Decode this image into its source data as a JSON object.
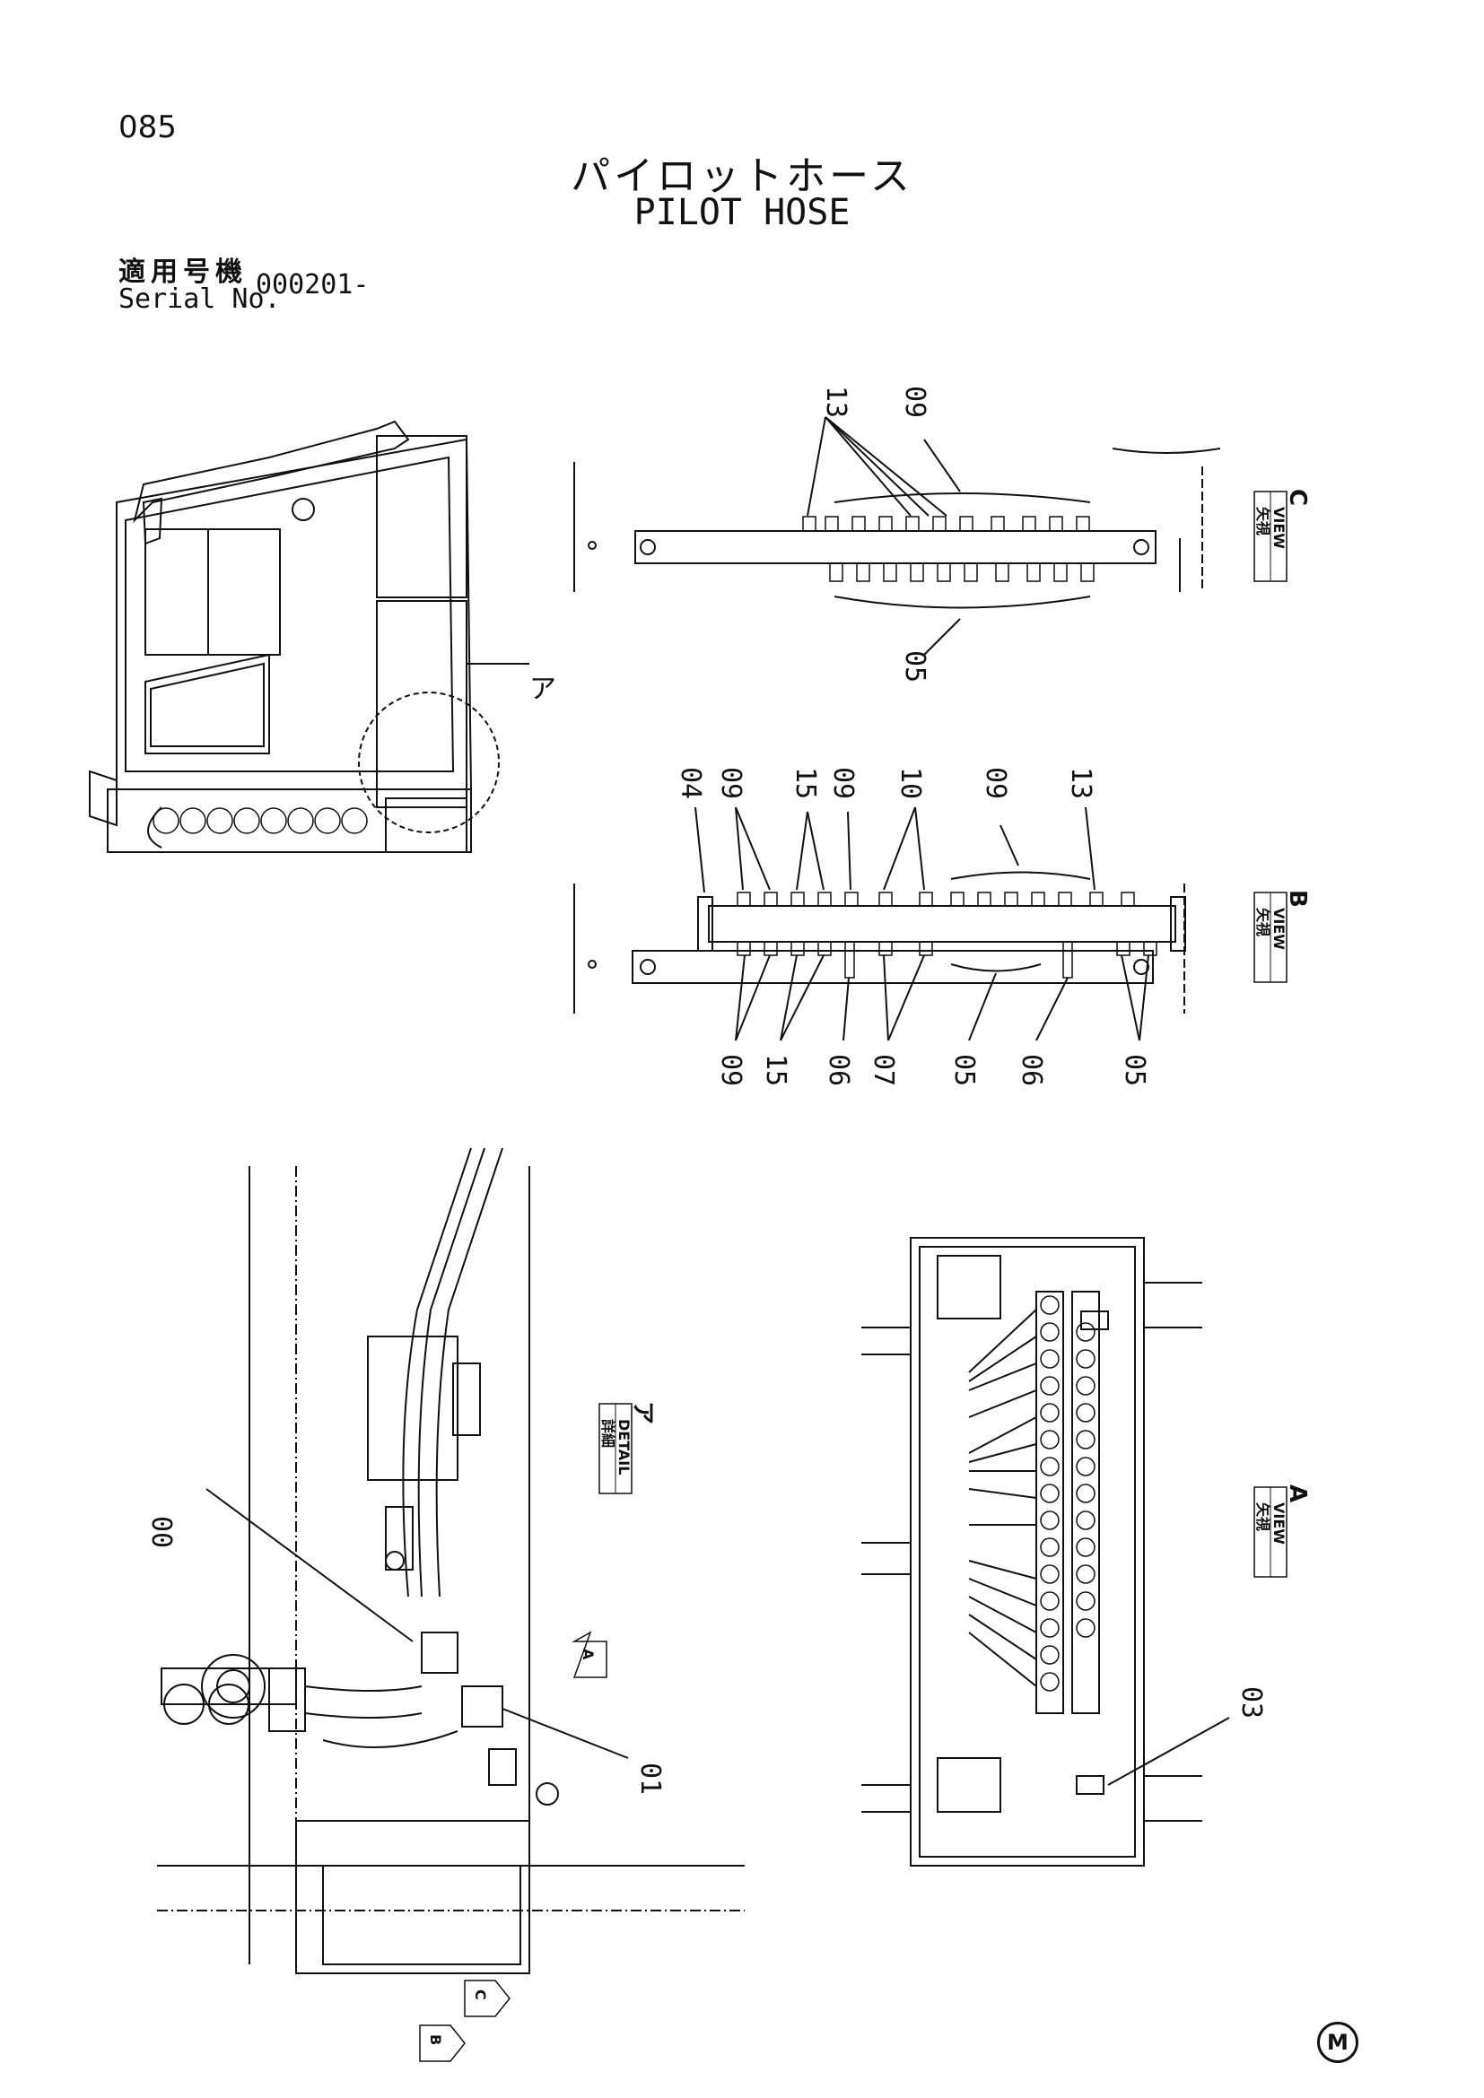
{
  "page_number": "085",
  "title_jp": "パイロットホース",
  "title_en": "PILOT HOSE",
  "serial": {
    "label_jp": "適用号機",
    "label_en": "Serial No.",
    "value": "000201-"
  },
  "view_c": {
    "label_jp": "矢視",
    "label_en": "VIEW",
    "letter": "C",
    "callouts": [
      "13",
      "09",
      "05"
    ]
  },
  "view_b": {
    "label_jp": "矢視",
    "label_en": "VIEW",
    "letter": "B",
    "callouts_top": [
      "04",
      "09",
      "15",
      "09",
      "10",
      "09",
      "13"
    ],
    "callouts_bottom": [
      "09",
      "15",
      "06",
      "07",
      "05",
      "06",
      "05"
    ]
  },
  "detail_a": {
    "label_jp": "詳細",
    "label_en": "DETAIL",
    "letter": "ア",
    "callouts": [
      "00",
      "01"
    ],
    "arrows": [
      "A",
      "C",
      "B"
    ]
  },
  "view_a": {
    "label_jp": "矢視",
    "label_en": "VIEW",
    "letter": "A",
    "callouts": [
      "03"
    ]
  },
  "overview": {
    "detail_marker": "ア"
  },
  "corner_mark": "M"
}
